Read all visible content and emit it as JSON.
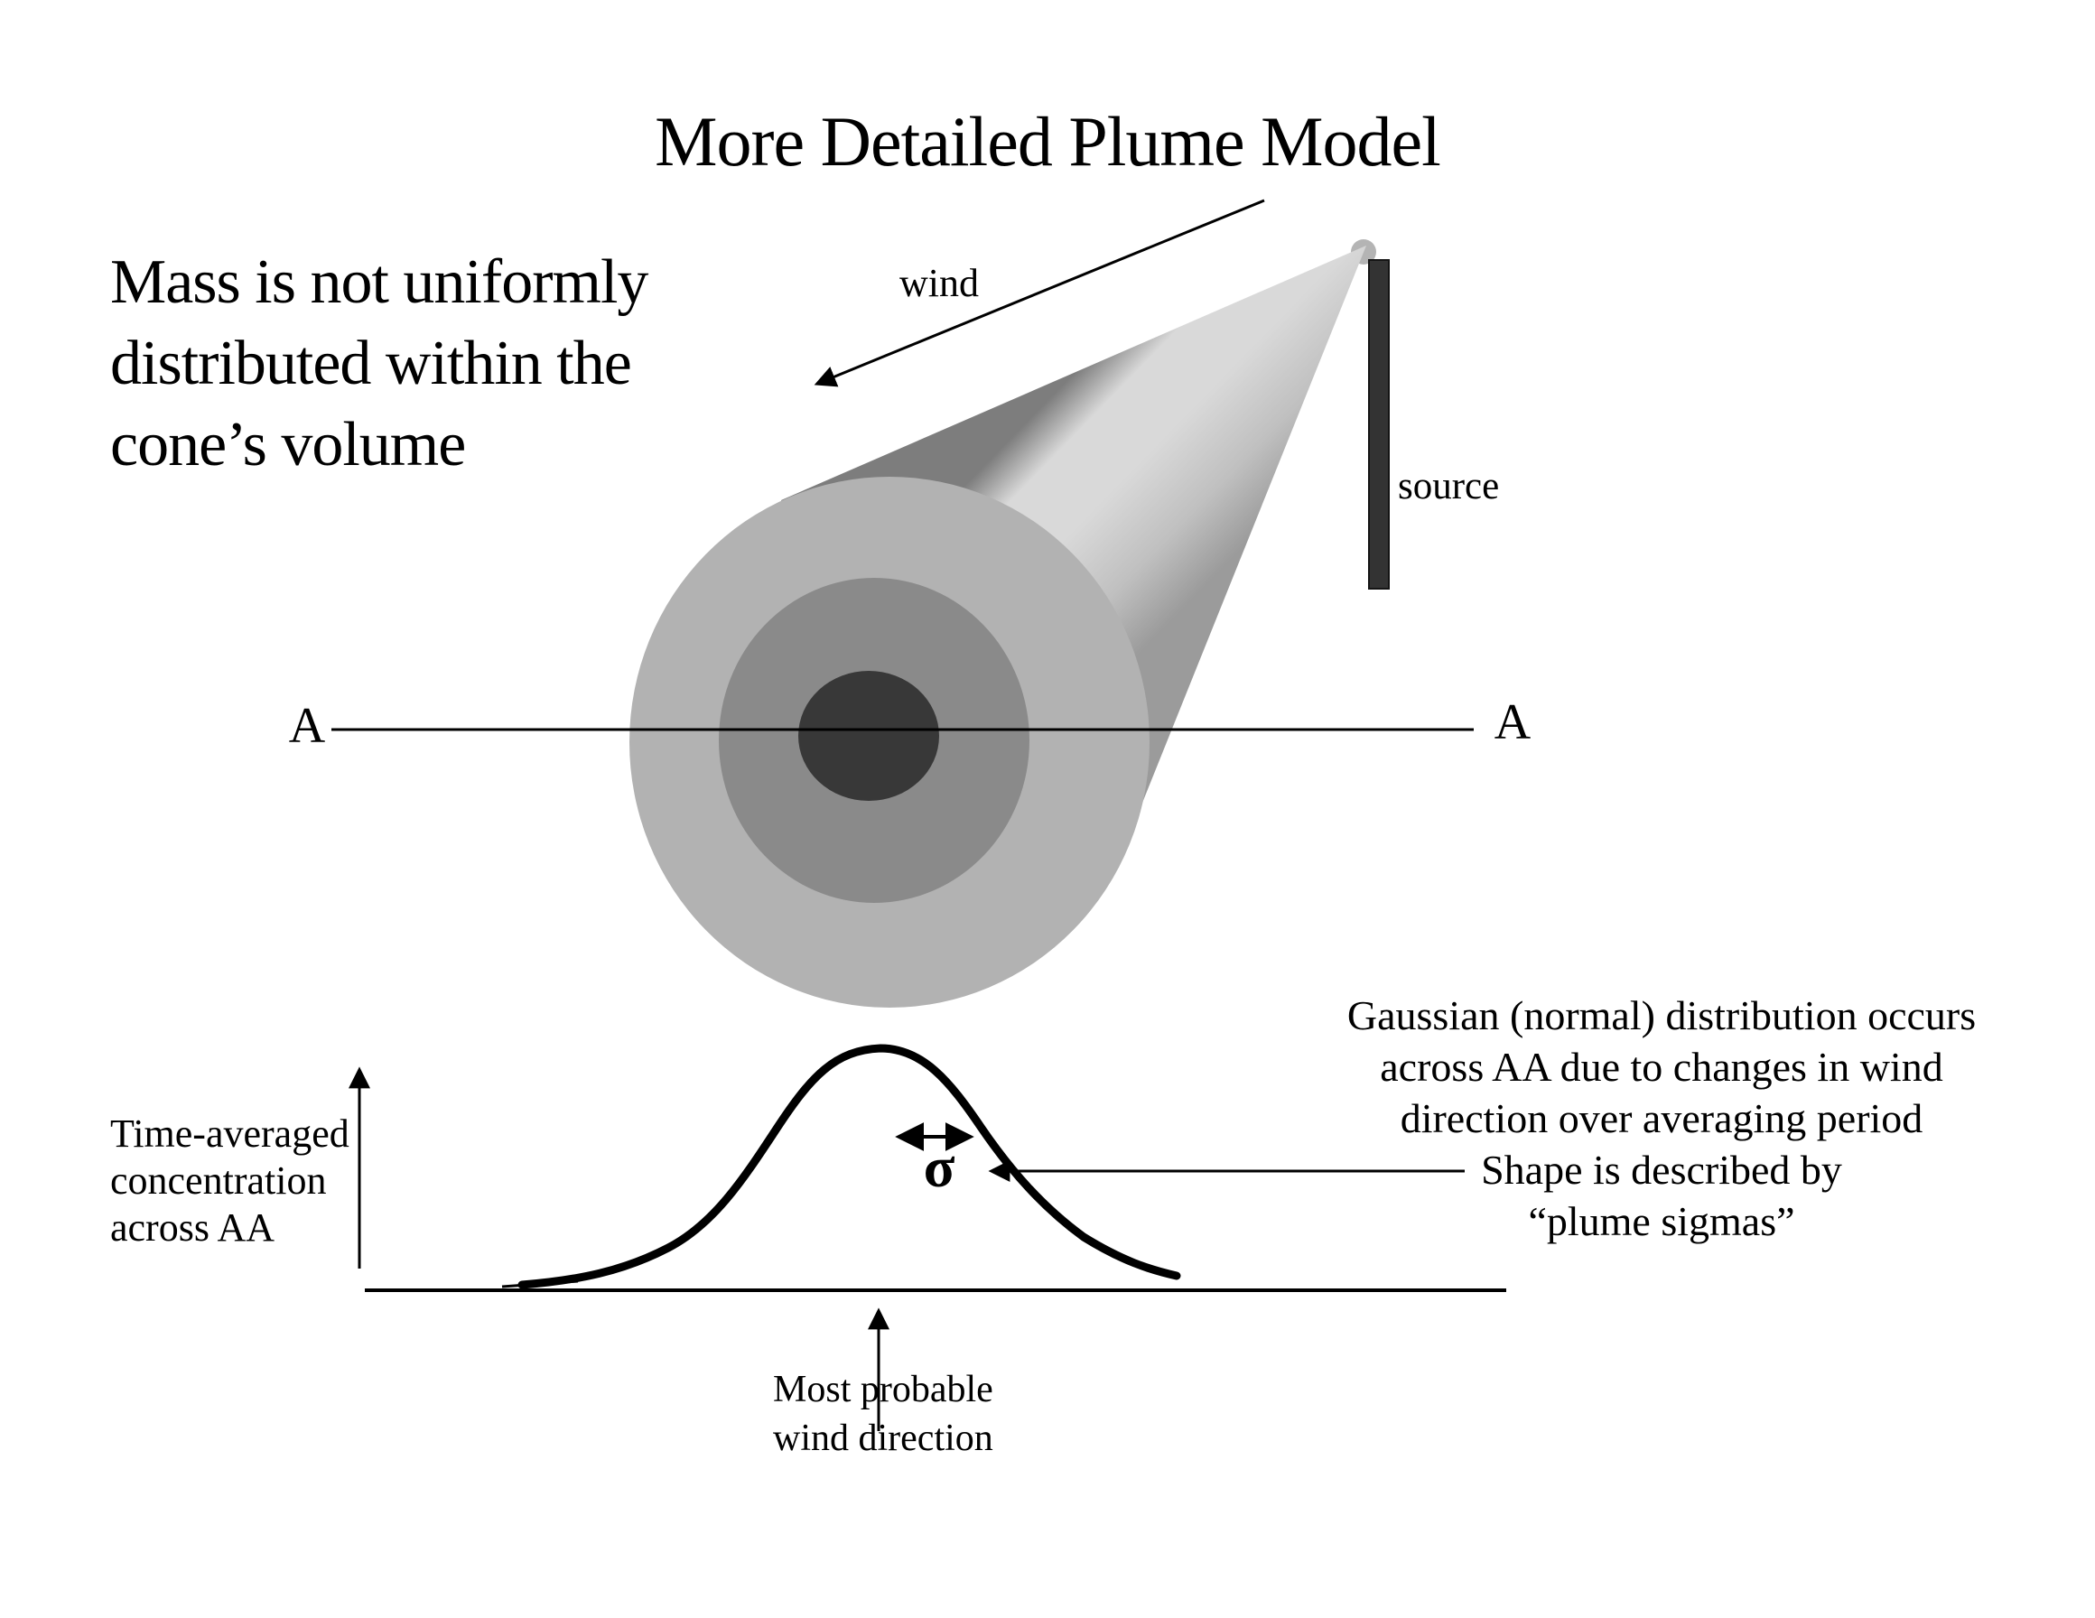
{
  "title": "More Detailed Plume Model",
  "notes": {
    "mass_note": {
      "line1": "Mass is not uniformly",
      "line2": "distributed within the",
      "line3": "cone’s volume"
    }
  },
  "plume_diagram": {
    "wind_label": "wind",
    "source_label": "source",
    "section_label_left": "A",
    "section_label_right": "A"
  },
  "distribution_graph": {
    "y_axis_label": {
      "line1": "Time-averaged",
      "line2": "concentration",
      "line3": "across AA"
    },
    "sigma_label": "σ",
    "gaussian_note": {
      "lines": [
        "Gaussian (normal) distribution occurs",
        "across AA due to changes in wind",
        "direction over averaging period",
        "Shape is described by",
        "“plume sigmas”"
      ]
    },
    "x_axis_note": {
      "line1": "Most probable",
      "line2": "wind direction"
    }
  },
  "colors": {
    "cone_dark_edge": "#7d7d7d",
    "cone_light": "#d9d9d9",
    "cone_mid": "#c0c0c0",
    "cone_lower": "#9b9b9b",
    "face_outer": "#b2b2b2",
    "face_middle": "#8a8a8a",
    "face_core": "#383838",
    "source_stack": "#333333",
    "ink": "#000000"
  }
}
